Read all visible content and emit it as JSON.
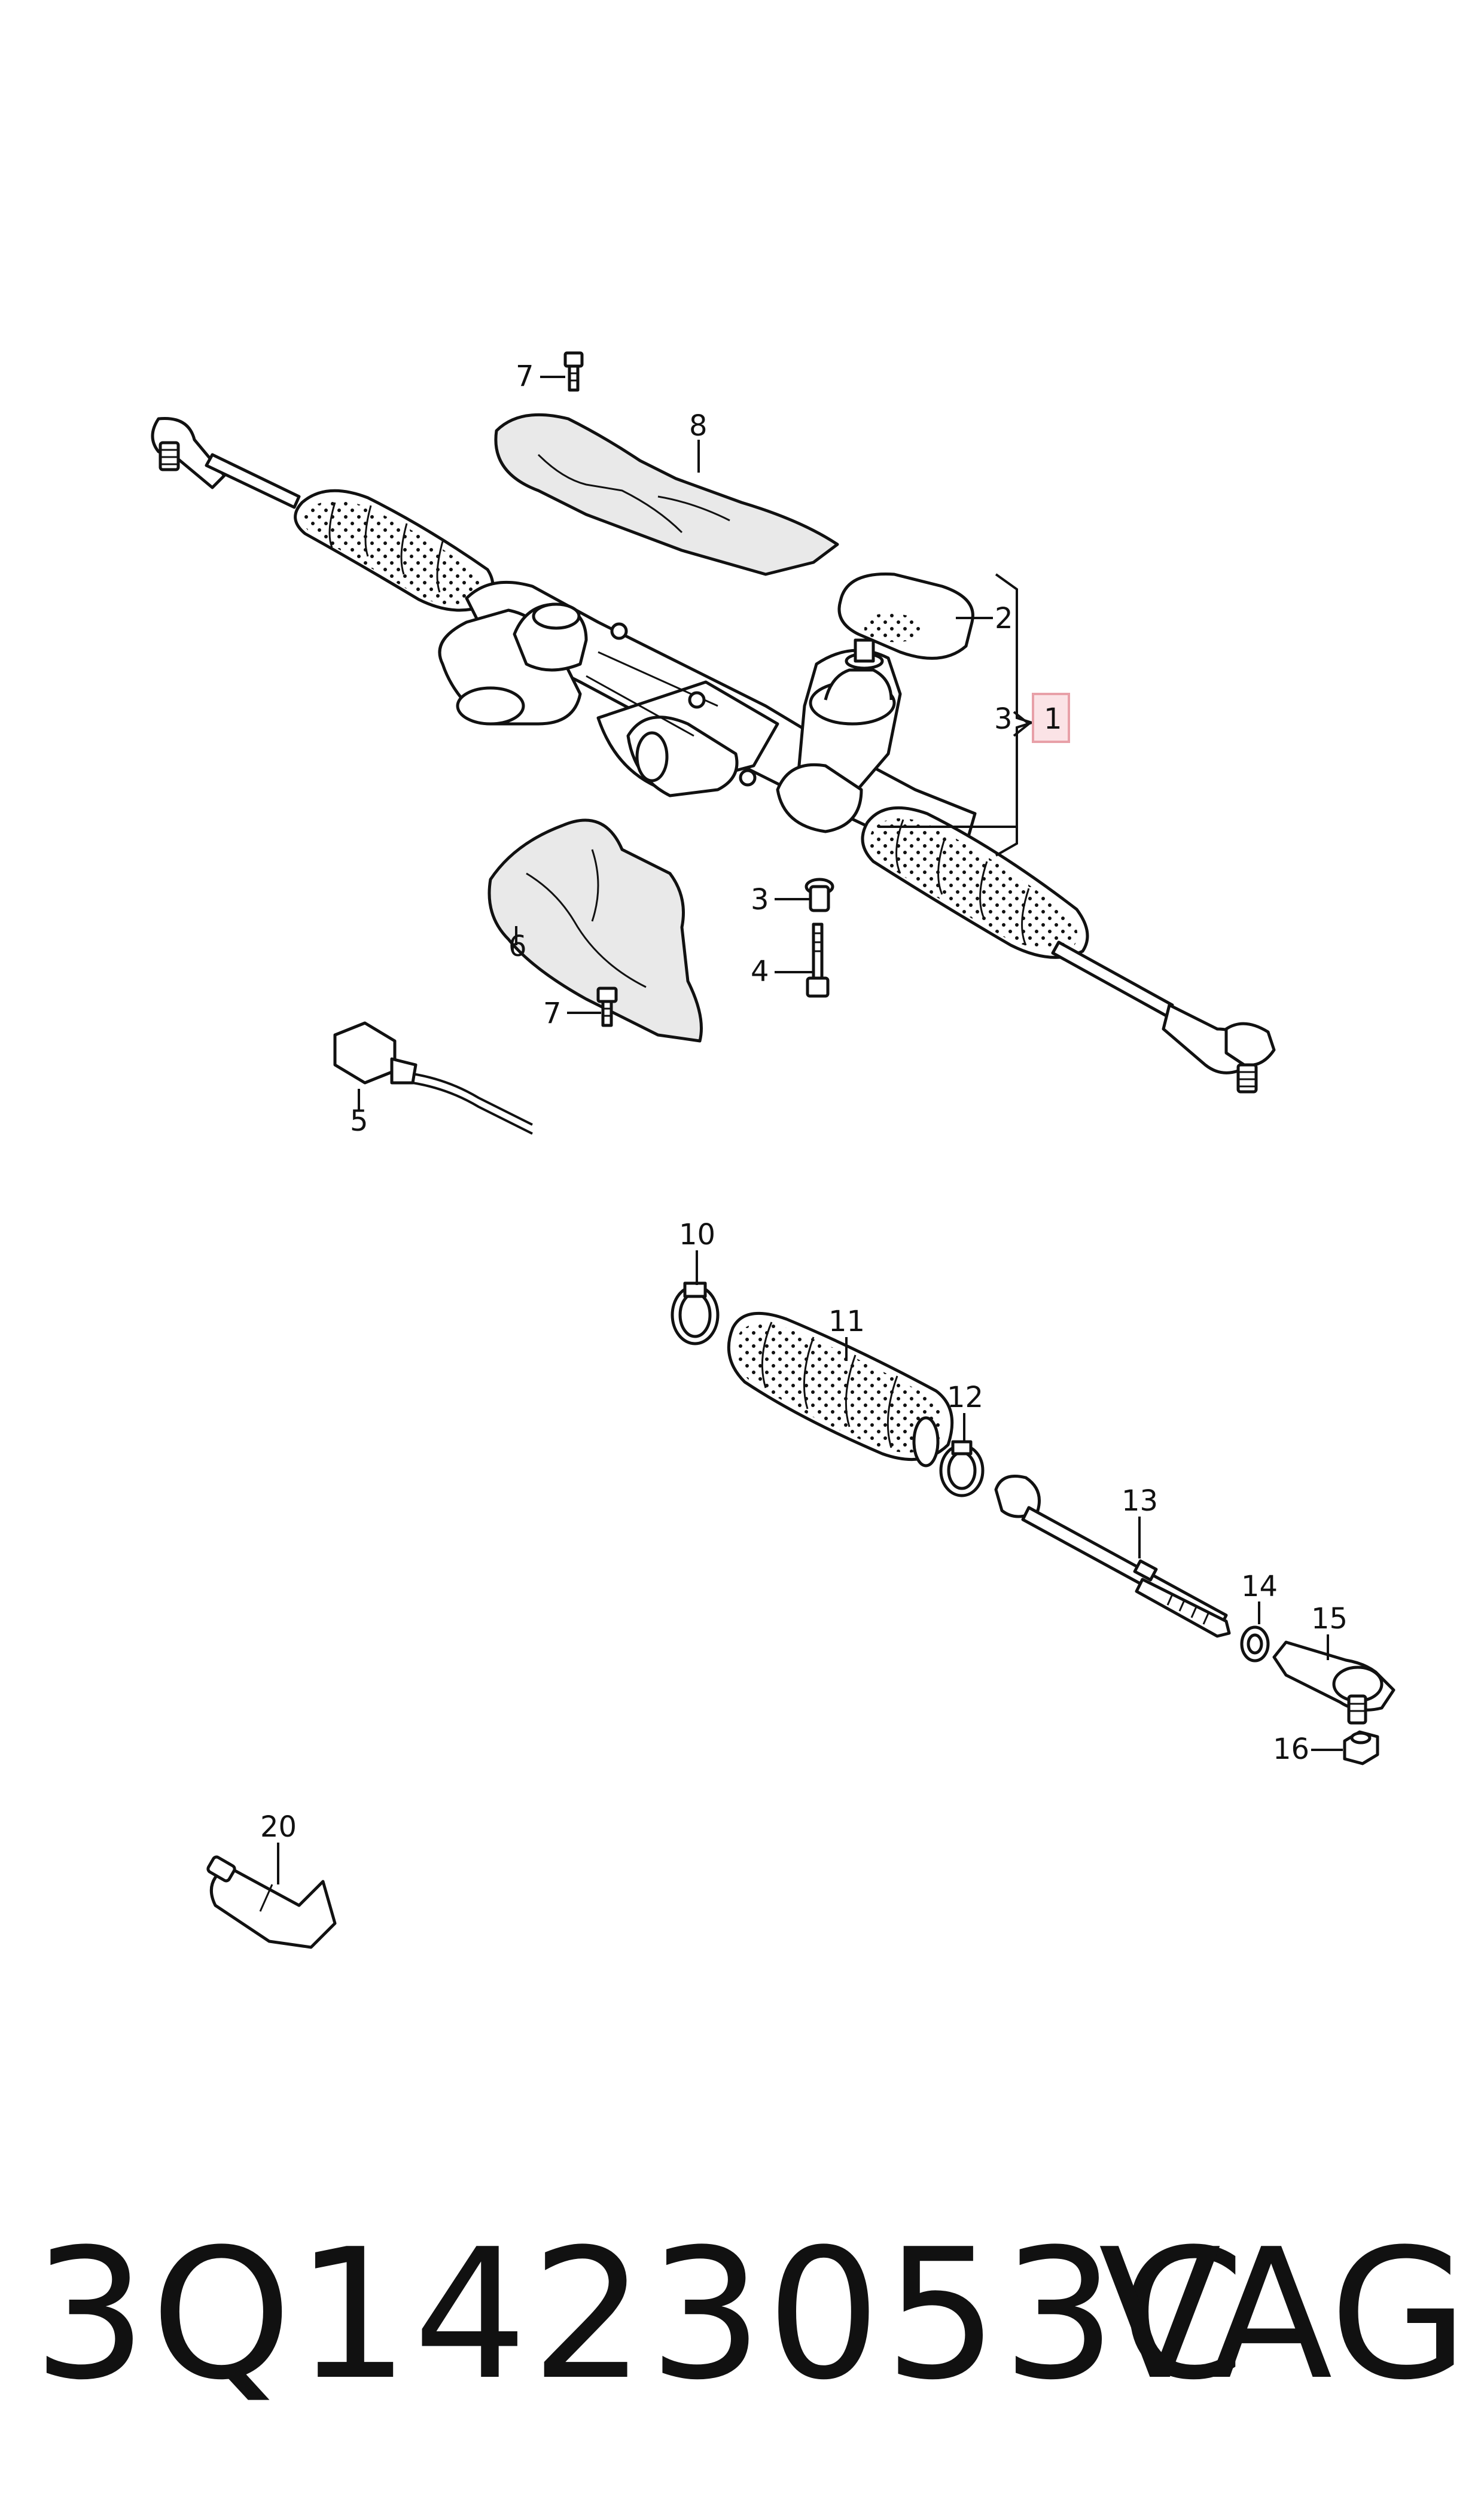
{
  "diagram": {
    "callouts": {
      "c1": "1",
      "c2": "2",
      "c3_bracket": "3",
      "c3_screw": "3",
      "c4": "4",
      "c5": "5",
      "c6": "6",
      "c7_top": "7",
      "c7_bottom": "7",
      "c8": "8",
      "c10": "10",
      "c11": "11",
      "c12": "12",
      "c13": "13",
      "c14": "14",
      "c15": "15",
      "c16": "16",
      "c20": "20"
    },
    "highlight_color": "#e8a0a8",
    "highlight_fill": "#fbe3e6"
  },
  "footer": {
    "part_number": "3Q1423053C",
    "brand": "VAG"
  }
}
